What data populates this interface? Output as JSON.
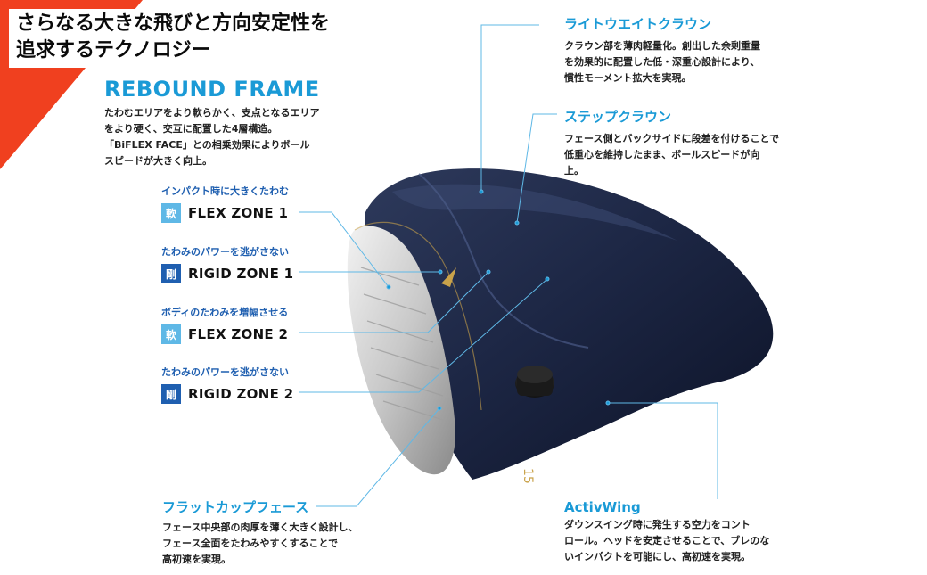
{
  "headline": {
    "line1": "さらなる大きな飛びと方向安定性を",
    "line2": "追求するテクノロジー"
  },
  "rebound": {
    "title": "REBOUND FRAME",
    "desc": [
      "たわむエリアをより軟らかく、支点となるエリア",
      "をより硬く、交互に配置した4層構造。",
      "「BiFLEX FACE」との相乗効果によりボール",
      "スピードが大きく向上。"
    ]
  },
  "zones": [
    {
      "sub": "インパクト時に大きくたわむ",
      "badge": "軟",
      "label": "FLEX ZONE 1"
    },
    {
      "sub": "たわみのパワーを逃がさない",
      "badge": "剛",
      "label": "RIGID ZONE 1"
    },
    {
      "sub": "ボディのたわみを増幅させる",
      "badge": "軟",
      "label": "FLEX ZONE 2"
    },
    {
      "sub": "たわみのパワーを逃がさない",
      "badge": "剛",
      "label": "RIGID ZONE 2"
    }
  ],
  "features": {
    "lightweight_crown": {
      "title": "ライトウエイトクラウン",
      "desc": [
        "クラウン部を薄肉軽量化。創出した余剰重量",
        "を効果的に配置した低・深重心設計により、",
        "慣性モーメント拡大を実現。"
      ]
    },
    "step_crown": {
      "title": "ステップクラウン",
      "desc": [
        "フェース側とバックサイドに段差を付けることで",
        "低重心を維持したまま、ボールスピードが向",
        "上。"
      ]
    },
    "flat_cup_face": {
      "title": "フラットカップフェース",
      "desc": [
        "フェース中央部の肉厚を薄く大きく設計し、",
        "フェース全面をたわみやすくすることで",
        "高初速を実現。"
      ]
    },
    "activwing": {
      "title": "ActivWing",
      "desc": [
        "ダウンスイング時に発生する空力をコント",
        "ロール。ヘッドを安定させることで、ブレのな",
        "いインパクトを可能にし、高初速を実現。"
      ]
    }
  },
  "club": {
    "sole_marking": "15"
  },
  "colors": {
    "accent_red": "#f0401f",
    "accent_blue": "#1a9ad6",
    "head_navy": "#1c2540",
    "zone_dark": "#1f5fb0",
    "zone_light": "#5fb8e6"
  }
}
